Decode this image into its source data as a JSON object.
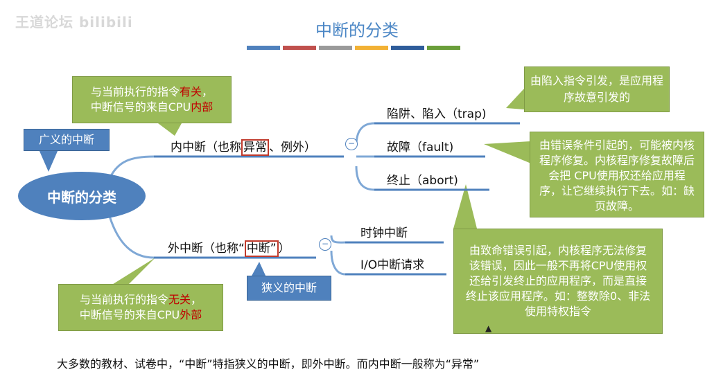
{
  "watermark": "王道论坛 bilibili",
  "title": "中断的分类",
  "colorbar": [
    "#4f81bd",
    "#c0504d",
    "#9a9a9a",
    "#f2b134",
    "#2e5c9a",
    "#6a9e3a"
  ],
  "center": {
    "label": "中断的分类"
  },
  "broad_label": "广义的中断",
  "narrow_label": "狭义的中断",
  "internal": {
    "pre": "内中断（也称",
    "boxed": "异常",
    "post": "、例外）",
    "collapse": "−",
    "note": {
      "line1_pre": "与当前执行的指令",
      "line1_red": "有关",
      "line1_post": "，",
      "line2_pre": "中断信号的来自CPU",
      "line2_red": "内部"
    },
    "children": [
      {
        "label": "陷阱、陷入（trap)"
      },
      {
        "label": "故障（fault)"
      },
      {
        "label": "终止（abort)"
      }
    ]
  },
  "external": {
    "pre": "外中断（也称“",
    "boxed": "中断”",
    "post": "）",
    "collapse": "−",
    "note": {
      "line1_pre": "与当前执行的指令",
      "line1_red": "无关",
      "line1_post": "，",
      "line2_pre": "中断信号的来自CPU",
      "line2_red": "外部"
    },
    "children": [
      {
        "label": "时钟中断"
      },
      {
        "label": "I/O中断请求"
      }
    ]
  },
  "notes": {
    "trap": "由陷入指令引发，是应用程序故意引发的",
    "fault": "由错误条件引起的，可能被内核程序修复。内核程序修复故障后会把 CPU使用权还给应用程序，让它继续执行下去。如：缺页故障。",
    "abort": "由致命错误引起，内核程序无法修复该错误，因此一般不再将CPU使用权还给引发终止的应用程序，而是直接终止该应用程序。如：整数除0、非法使用特权指令"
  },
  "footer": "大多数的教材、试卷中，“中断”特指狭义的中断，即外中断。而内中断一般称为“异常”"
}
